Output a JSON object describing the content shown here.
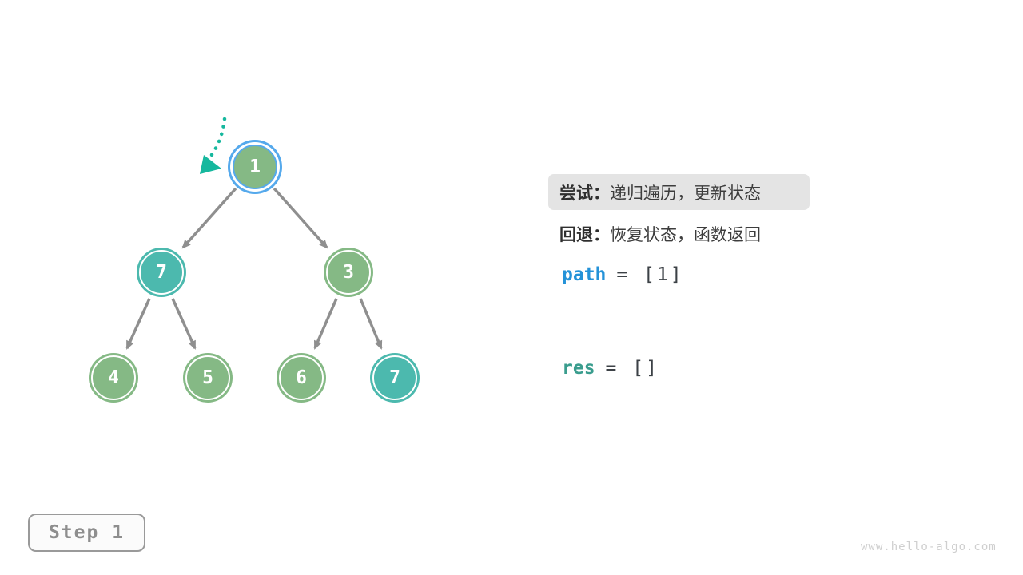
{
  "tree": {
    "nodes": [
      {
        "value": "1",
        "fill": "green",
        "ring": "blue-highlight"
      },
      {
        "value": "7",
        "fill": "teal"
      },
      {
        "value": "3",
        "fill": "green"
      },
      {
        "value": "4",
        "fill": "green"
      },
      {
        "value": "5",
        "fill": "green"
      },
      {
        "value": "6",
        "fill": "green"
      },
      {
        "value": "7",
        "fill": "teal"
      }
    ],
    "edges": [
      [
        0,
        1
      ],
      [
        0,
        2
      ],
      [
        1,
        3
      ],
      [
        1,
        4
      ],
      [
        2,
        5
      ],
      [
        2,
        6
      ]
    ]
  },
  "panel": {
    "try": {
      "label": "尝试：",
      "text": "递归遍历，更新状态"
    },
    "back": {
      "label": "回退：",
      "text": "恢复状态，函数返回"
    },
    "path": {
      "var": "path",
      "rhs": "= [1]"
    },
    "res": {
      "var": "res",
      "rhs": "= []"
    }
  },
  "step": {
    "label": "Step 1"
  },
  "watermark": "www.hello-algo.com",
  "colors": {
    "node_green": "#85b985",
    "node_teal": "#4cb9ae",
    "highlight_ring_blue": "#55a9ec",
    "pointer_teal": "#16b89e",
    "edge_gray": "#8f8f8f",
    "path_var_blue": "#2492d8",
    "res_var_teal": "#3a9d8e",
    "code_text": "#3c4146",
    "highlight_box_bg": "#e4e4e4",
    "step_text": "#8e8e8e"
  }
}
